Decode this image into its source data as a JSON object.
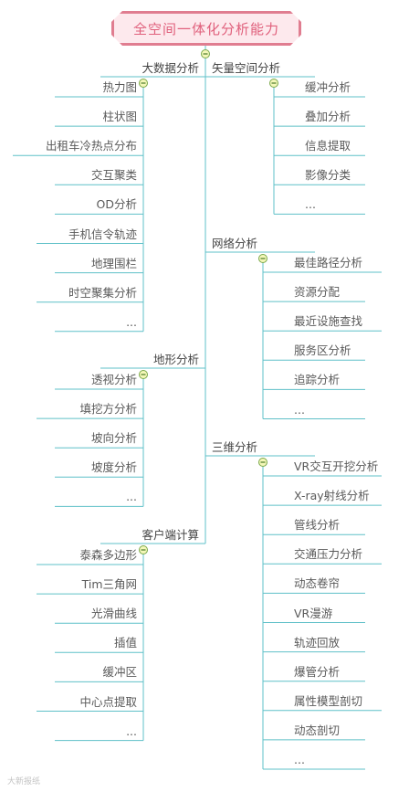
{
  "root": {
    "title": "全空间一体化分析能力"
  },
  "colors": {
    "line": "#5fc0c8",
    "root_border": "#e07d90",
    "root_fill": "#fde9ed",
    "root_text": "#e0607c",
    "toggle_fill": "#f4f7b8",
    "toggle_border": "#7aa84a"
  },
  "left_branches": [
    {
      "title": "大数据分析",
      "items": [
        "热力图",
        "柱状图",
        "出租车冷热点分布",
        "交互聚类",
        "OD分析",
        "手机信令轨迹",
        "地理围栏",
        "时空聚集分析",
        "..."
      ]
    },
    {
      "title": "地形分析",
      "items": [
        "透视分析",
        "填挖方分析",
        "坡向分析",
        "坡度分析",
        "..."
      ]
    },
    {
      "title": "客户端计算",
      "items": [
        "泰森多边形",
        "Tim三角网",
        "光滑曲线",
        "插值",
        "缓冲区",
        "中心点提取",
        "..."
      ]
    }
  ],
  "right_branches": [
    {
      "title": "矢量空间分析",
      "items": [
        "缓冲分析",
        "叠加分析",
        "信息提取",
        "影像分类",
        "..."
      ]
    },
    {
      "title": "网络分析",
      "items": [
        "最佳路径分析",
        "资源分配",
        "最近设施查找",
        "服务区分析",
        "追踪分析",
        "..."
      ]
    },
    {
      "title": "三维分析",
      "items": [
        "VR交互开挖分析",
        "X-ray射线分析",
        "管线分析",
        "交通压力分析",
        "动态卷帘",
        "VR漫游",
        "轨迹回放",
        "爆管分析",
        "属性模型剖切",
        "动态剖切",
        "..."
      ]
    }
  ],
  "watermark": "大新报纸"
}
